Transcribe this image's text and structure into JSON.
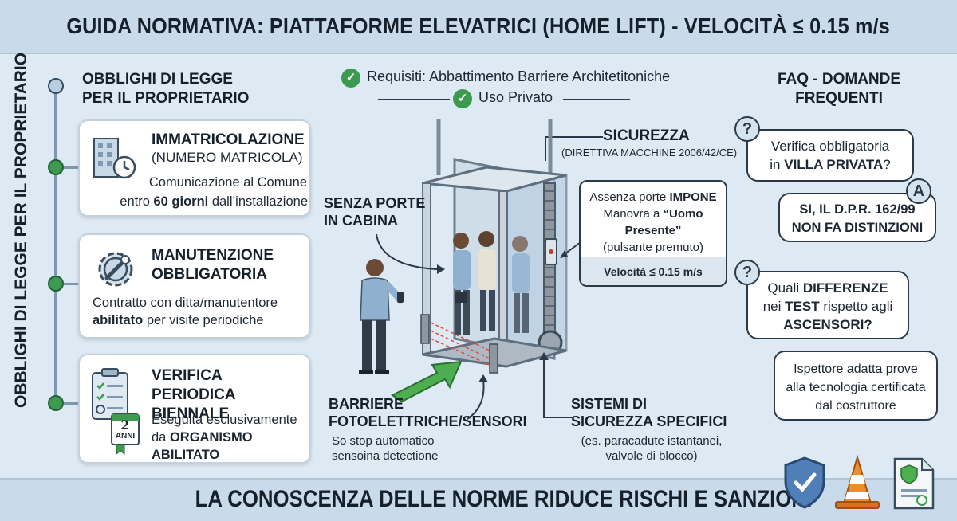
{
  "header": {
    "title": "GUIDA NORMATIVA: PIATTAFORME ELEVATRICI (HOME LIFT) - VELOCITÀ ≤ 0.15 m/s"
  },
  "left": {
    "vertical_label": "OBBLIGHI DI LEGGE PER IL PROPRIETARIO",
    "section_title_1": "OBBLIGHI DI LEGGE",
    "section_title_2": "PER IL PROPRIETARIO",
    "cards": [
      {
        "title": "IMMATRICOLAZIONE",
        "subtitle": "(NUMERO MATRICOLA)",
        "line1": "Comunicazione al Comune",
        "line2_pre": "entro ",
        "line2_bold": "60 giorni",
        "line2_post": " dall’installazione",
        "icon": "building-clock-icon"
      },
      {
        "title": "MANUTENZIONE",
        "title2": "OBBLIGATORIA",
        "line1": "Contratto con ditta/manutentore",
        "line2_bold": "abilitato",
        "line2_post": " per visite periodiche",
        "icon": "gear-wrench-icon"
      },
      {
        "title": "VERIFICA PERIODICA",
        "title2": "BIENNALE",
        "line1": "Eseguita esclusivamente",
        "line2_pre": "da ",
        "line2_bold": "ORGANISMO ABILITATO",
        "icon": "clipboard-calendar-icon",
        "badge_num": "2",
        "badge_txt": "ANNI"
      }
    ]
  },
  "center": {
    "req1": "Requisiti: Abbattimento Barriere Architetitoniche",
    "req2": "Uso Privato",
    "sicurezza_title": "SICUREZZA",
    "sicurezza_sub": "(DIRETTIVA MACCHINE 2006/42/CE)",
    "senza_porte_1": "SENZA PORTE",
    "senza_porte_2": "IN CABINA",
    "info_line1_pre": "Assenza porte ",
    "info_line1_bold": "IMPONE",
    "info_line2_pre": "Manovra a ",
    "info_line2_bold": "“Uomo",
    "info_line3_bold": "Presente”",
    "info_line4": "(pulsante premuto)",
    "info_speed": "Velocità ≤ 0.15 m/s",
    "barriere_1": "BARRIERE",
    "barriere_2": "FOTOELETTRICHE/SENSORI",
    "barriere_3": "So stop automatico",
    "barriere_4": "sensoina detectione",
    "sistemi_1": "SISTEMI DI",
    "sistemi_2": "SICUREZZA SPECIFICI",
    "sistemi_3": "(es. paracadute istantanei,",
    "sistemi_4": "valvole di blocco)"
  },
  "faq": {
    "title1": "FAQ - DOMANDE",
    "title2": "FREQUENTI",
    "q1_line1": "Verifica obbligatoria",
    "q1_pre": "in ",
    "q1_bold": "VILLA PRIVATA",
    "q1_post": "?",
    "a1_line1": "SI, IL D.P.R. 162/99",
    "a1_line2": "NON FA DISTINZIONI",
    "q2_pre": "Quali ",
    "q2_bold1": "DIFFERENZE",
    "q2_l2_pre": "nei ",
    "q2_bold2": "TEST",
    "q2_l2_post": " rispetto agli",
    "q2_bold3": "ASCENSORI?",
    "a2_line1": "Ispettore adatta prove",
    "a2_line2": "alla tecnologia certificata",
    "a2_line3": "dal costruttore",
    "q_mark": "?",
    "a_mark": "A"
  },
  "footer": {
    "title": "LA CONOSCENZA DELLE NORME RIDUCE RISCHI E SANZIONI"
  },
  "colors": {
    "accent_green": "#3d9a4e",
    "header_bg": "#c9dbea",
    "page_bg": "#dde9f3",
    "dark": "#16202b"
  }
}
